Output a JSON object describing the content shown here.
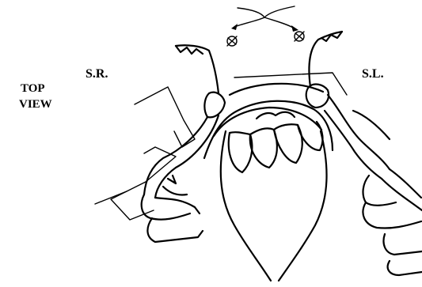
{
  "labels": {
    "side_right": "S.R.",
    "side_left": "S.L.",
    "view_line1": "TOP",
    "view_line2": "VIEW"
  },
  "colors": {
    "ink": "#000000",
    "paper": "#ffffff"
  },
  "icons": {
    "target_marker": "circle-with-cross",
    "direction_arrows": "curved-arrows-diverging"
  }
}
